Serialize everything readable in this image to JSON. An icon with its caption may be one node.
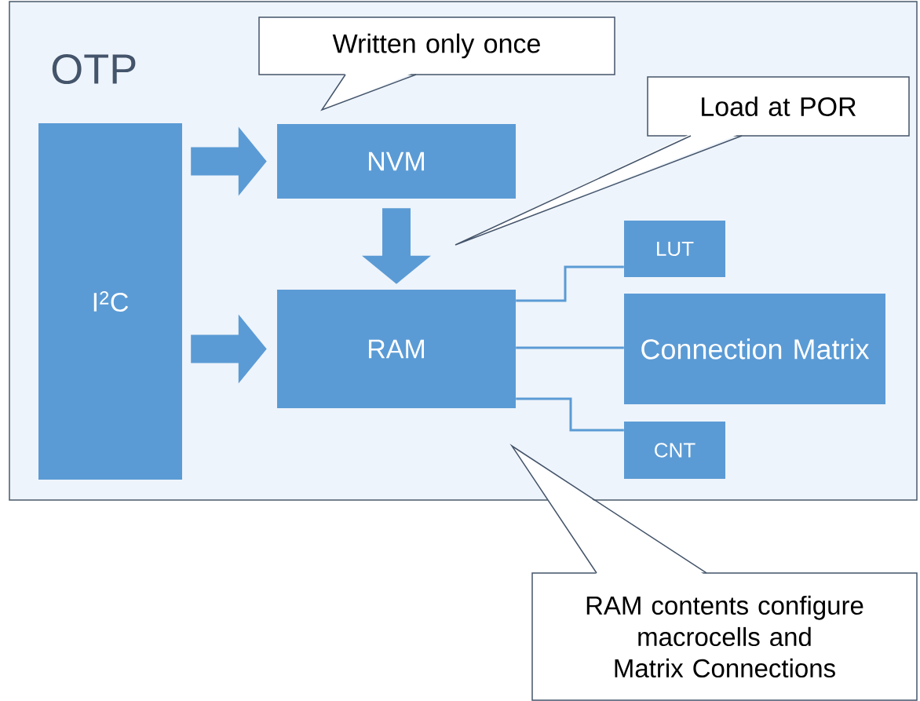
{
  "diagram": {
    "nodes": [
      {
        "text": [
          "OTP"
        ]
      },
      {
        "text": [
          "I$^{2}$C"
        ],
        "in": 0
      },
      {
        "text": [
          "NVM"
        ],
        "in": 0
      },
      {
        "text": [
          "RAM"
        ],
        "in": 0
      },
      {
        "text": [
          "LUT"
        ],
        "in": 0
      },
      {
        "text": [
          "Connection Matrix"
        ],
        "in": 0
      },
      {
        "text": [
          "CNT"
        ],
        "in": 0
      },
      {
        "text": [
          "Written only once"
        ],
        "in": 0
      },
      {
        "text": [
          "Load at POR"
        ],
        "in": 0
      },
      {
        "text": [
          "RAM contents configure macrocells and Matrix Connections"
        ]
      }
    ],
    "edges": [
      {
        "from": 1,
        "to": 2,
        "arrow": "to",
        "style": "thick"
      },
      {
        "from": 1,
        "to": 3,
        "arrow": "to",
        "style": "thick"
      },
      {
        "from": 2,
        "to": 3,
        "arrow": "to",
        "style": "thick"
      },
      {
        "from": 3,
        "to": 4,
        "arrow": "none"
      },
      {
        "from": 3,
        "to": 5,
        "arrow": "none"
      },
      {
        "from": 3,
        "to": 6,
        "arrow": "none"
      }
    ]
  }
}
